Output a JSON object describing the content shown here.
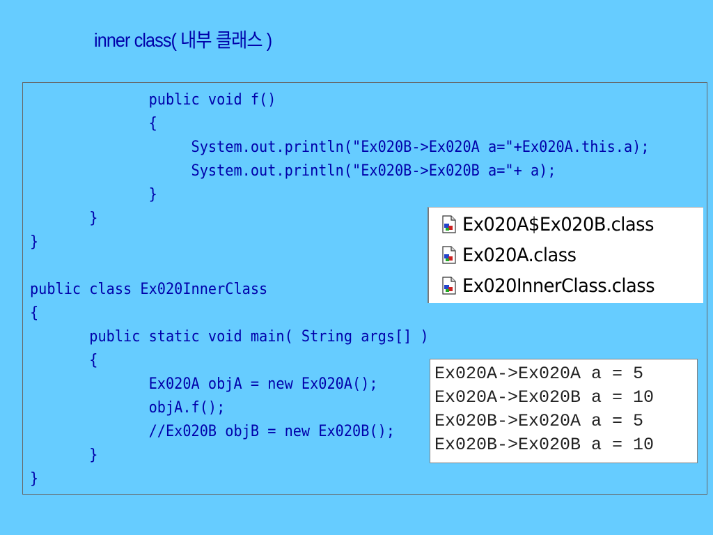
{
  "title": "inner class( 내부 클래스 )",
  "code_lines": [
    "              public void f()",
    "              {",
    "                   System.out.println(\"Ex020B->Ex020A a=\"+Ex020A.this.a);",
    "                   System.out.println(\"Ex020B->Ex020B a=\"+ a);",
    "              }",
    "       }",
    "}",
    "",
    "public class Ex020InnerClass",
    "{",
    "       public static void main( String args[] )",
    "       {",
    "              Ex020A objA = new Ex020A();",
    "              objA.f();",
    "              //Ex020B objB = new Ex020B();",
    "       }",
    "}"
  ],
  "files": [
    {
      "name": "Ex020A$Ex020B.class",
      "icon": "java-class-file-icon"
    },
    {
      "name": "Ex020A.class",
      "icon": "java-class-file-icon"
    },
    {
      "name": "Ex020InnerClass.class",
      "icon": "java-class-file-icon"
    }
  ],
  "console_output": [
    "Ex020A->Ex020A a = 5",
    "Ex020A->Ex020B a = 10",
    "Ex020B->Ex020A a = 5",
    "Ex020B->Ex020B a = 10"
  ],
  "colors": {
    "background": "#66ccff",
    "code_text": "#0000aa",
    "panel_background": "#ffffff"
  }
}
